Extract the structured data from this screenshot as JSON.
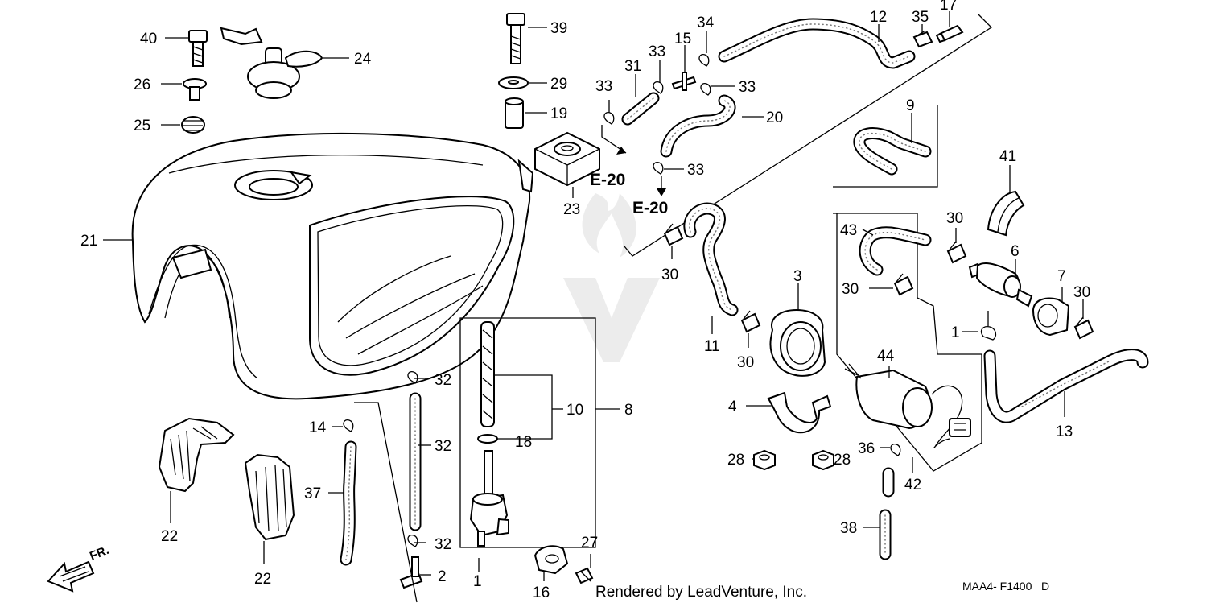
{
  "diagram": {
    "callouts": [
      {
        "id": "c40",
        "text": "40"
      },
      {
        "id": "c24",
        "text": "24"
      },
      {
        "id": "c26",
        "text": "26"
      },
      {
        "id": "c25",
        "text": "25"
      },
      {
        "id": "c21",
        "text": "21"
      },
      {
        "id": "c39",
        "text": "39"
      },
      {
        "id": "c29",
        "text": "29"
      },
      {
        "id": "c19",
        "text": "19"
      },
      {
        "id": "c23",
        "text": "23"
      },
      {
        "id": "c33a",
        "text": "33"
      },
      {
        "id": "c31",
        "text": "31"
      },
      {
        "id": "c33b",
        "text": "33"
      },
      {
        "id": "c15",
        "text": "15"
      },
      {
        "id": "c34",
        "text": "34"
      },
      {
        "id": "c33c",
        "text": "33"
      },
      {
        "id": "c20",
        "text": "20"
      },
      {
        "id": "c33d",
        "text": "33"
      },
      {
        "id": "c12",
        "text": "12"
      },
      {
        "id": "c35",
        "text": "35"
      },
      {
        "id": "c17",
        "text": "17"
      },
      {
        "id": "c9",
        "text": "9"
      },
      {
        "id": "c41",
        "text": "41"
      },
      {
        "id": "c30a",
        "text": "30"
      },
      {
        "id": "c11",
        "text": "11"
      },
      {
        "id": "c30b",
        "text": "30"
      },
      {
        "id": "c3",
        "text": "3"
      },
      {
        "id": "c43",
        "text": "43"
      },
      {
        "id": "c30c",
        "text": "30"
      },
      {
        "id": "c30d",
        "text": "30"
      },
      {
        "id": "c6",
        "text": "6"
      },
      {
        "id": "c7",
        "text": "7"
      },
      {
        "id": "c30e",
        "text": "30"
      },
      {
        "id": "c1a",
        "text": "1"
      },
      {
        "id": "c13",
        "text": "13"
      },
      {
        "id": "c44",
        "text": "44"
      },
      {
        "id": "c4",
        "text": "4"
      },
      {
        "id": "c28a",
        "text": "28"
      },
      {
        "id": "c28b",
        "text": "28"
      },
      {
        "id": "c36",
        "text": "36"
      },
      {
        "id": "c42",
        "text": "42"
      },
      {
        "id": "c38",
        "text": "38"
      },
      {
        "id": "c30f",
        "text": "30"
      },
      {
        "id": "c32a",
        "text": "32"
      },
      {
        "id": "c10",
        "text": "10"
      },
      {
        "id": "c8",
        "text": "8"
      },
      {
        "id": "c32b",
        "text": "32"
      },
      {
        "id": "c18",
        "text": "18"
      },
      {
        "id": "c14",
        "text": "14"
      },
      {
        "id": "c37",
        "text": "37"
      },
      {
        "id": "c32c",
        "text": "32"
      },
      {
        "id": "c2",
        "text": "2"
      },
      {
        "id": "c1b",
        "text": "1"
      },
      {
        "id": "c16",
        "text": "16"
      },
      {
        "id": "c27",
        "text": "27"
      },
      {
        "id": "c22a",
        "text": "22"
      },
      {
        "id": "c22b",
        "text": "22"
      }
    ],
    "references": [
      {
        "id": "r1",
        "text": "E-20"
      },
      {
        "id": "r2",
        "text": "E-20"
      }
    ],
    "front_marker": "FR.",
    "credit": "Rendered by LeadVenture, Inc.",
    "diagram_code": "MAA4- F1400",
    "diagram_code_suffix": "D"
  }
}
